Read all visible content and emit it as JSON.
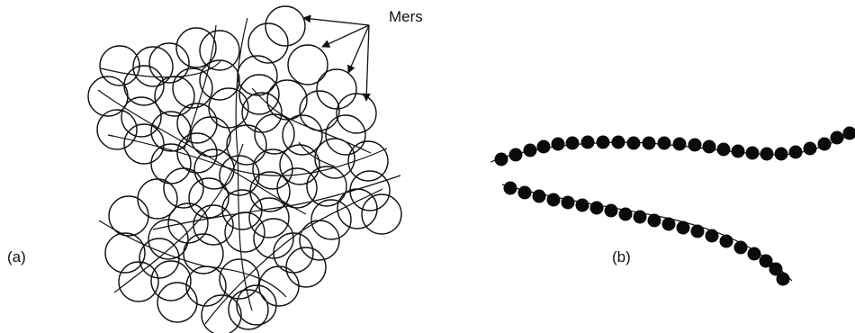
{
  "figure": {
    "panel_a_label": "(a)",
    "panel_b_label": "(b)",
    "callout_label": "Mers"
  },
  "colors": {
    "ink": "#111111",
    "background": "#ffffff",
    "bead": "#0a0a0a"
  }
}
